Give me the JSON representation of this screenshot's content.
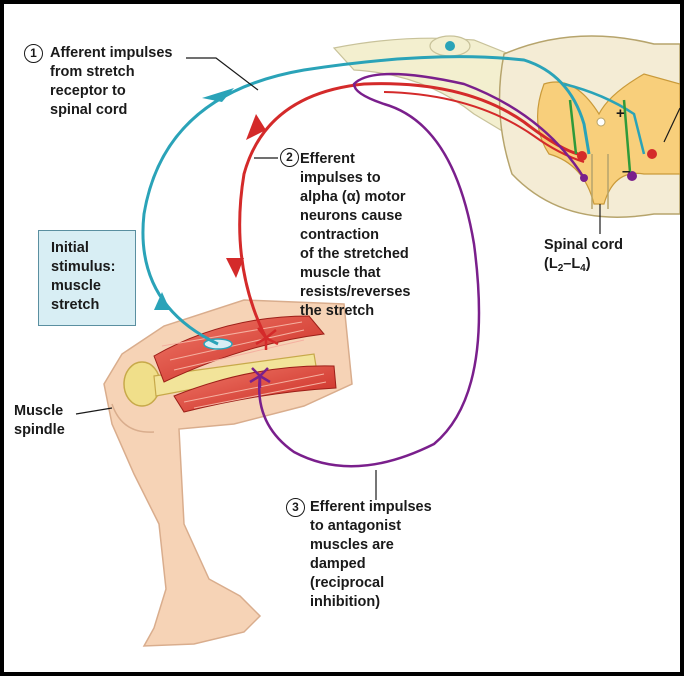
{
  "labels": {
    "afferent": {
      "number": "1",
      "text": "Afferent impulses\nfrom stretch\nreceptor to\nspinal cord"
    },
    "efferent_alpha": {
      "number": "2",
      "text": "Efferent\nimpulses to\nalpha (α) motor\nneurons cause\ncontraction\nof the stretched\nmuscle that\nresists/reverses\nthe stretch"
    },
    "efferent_antagonist": {
      "number": "3",
      "text": "Efferent impulses\nto antagonist\nmuscles are\ndamped\n(reciprocal\ninhibition)"
    },
    "initial_stimulus": "Initial\nstimulus:\nmuscle\nstretch",
    "muscle_spindle": "Muscle\nspindle",
    "spinal_cord": {
      "title": "Spinal cord",
      "segment_prefix": "(L",
      "segment_start": "2",
      "segment_dash": "–L",
      "segment_end": "4",
      "segment_suffix": ")"
    },
    "plus_sign": "+",
    "minus_sign": "–"
  },
  "colors": {
    "afferent": "#2aa3b8",
    "efferent_alpha": "#d42a2a",
    "antagonist": "#7a1f8c",
    "interneuron": "#2f9a3a",
    "stimulus_box": "#d8eef4"
  }
}
